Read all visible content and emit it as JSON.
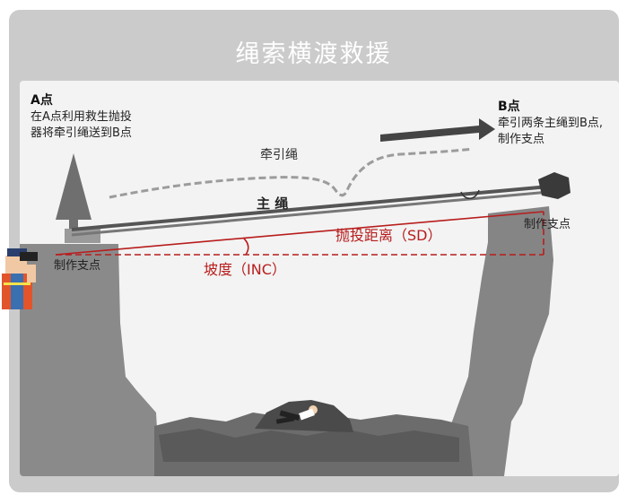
{
  "title": "绳索横渡救援",
  "point_a": {
    "label": "A点",
    "desc_line1": "在A点利用救生抛投",
    "desc_line2": "器将牵引绳送到B点"
  },
  "point_b": {
    "label": "B点",
    "desc_line1": "牵引两条主绳到B点,",
    "desc_line2": "制作支点"
  },
  "traction_rope": "牵引绳",
  "main_rope": "主  绳",
  "anchor_left": "制作支点",
  "anchor_right": "制作支点",
  "throw_distance": "抛投距离（SD）",
  "slope": "坡度（INC）",
  "colors": {
    "card": "#cbcbcb",
    "annotation_red": "#b81d1d",
    "rock": "#7d7d7d",
    "arrow": "#444444"
  }
}
